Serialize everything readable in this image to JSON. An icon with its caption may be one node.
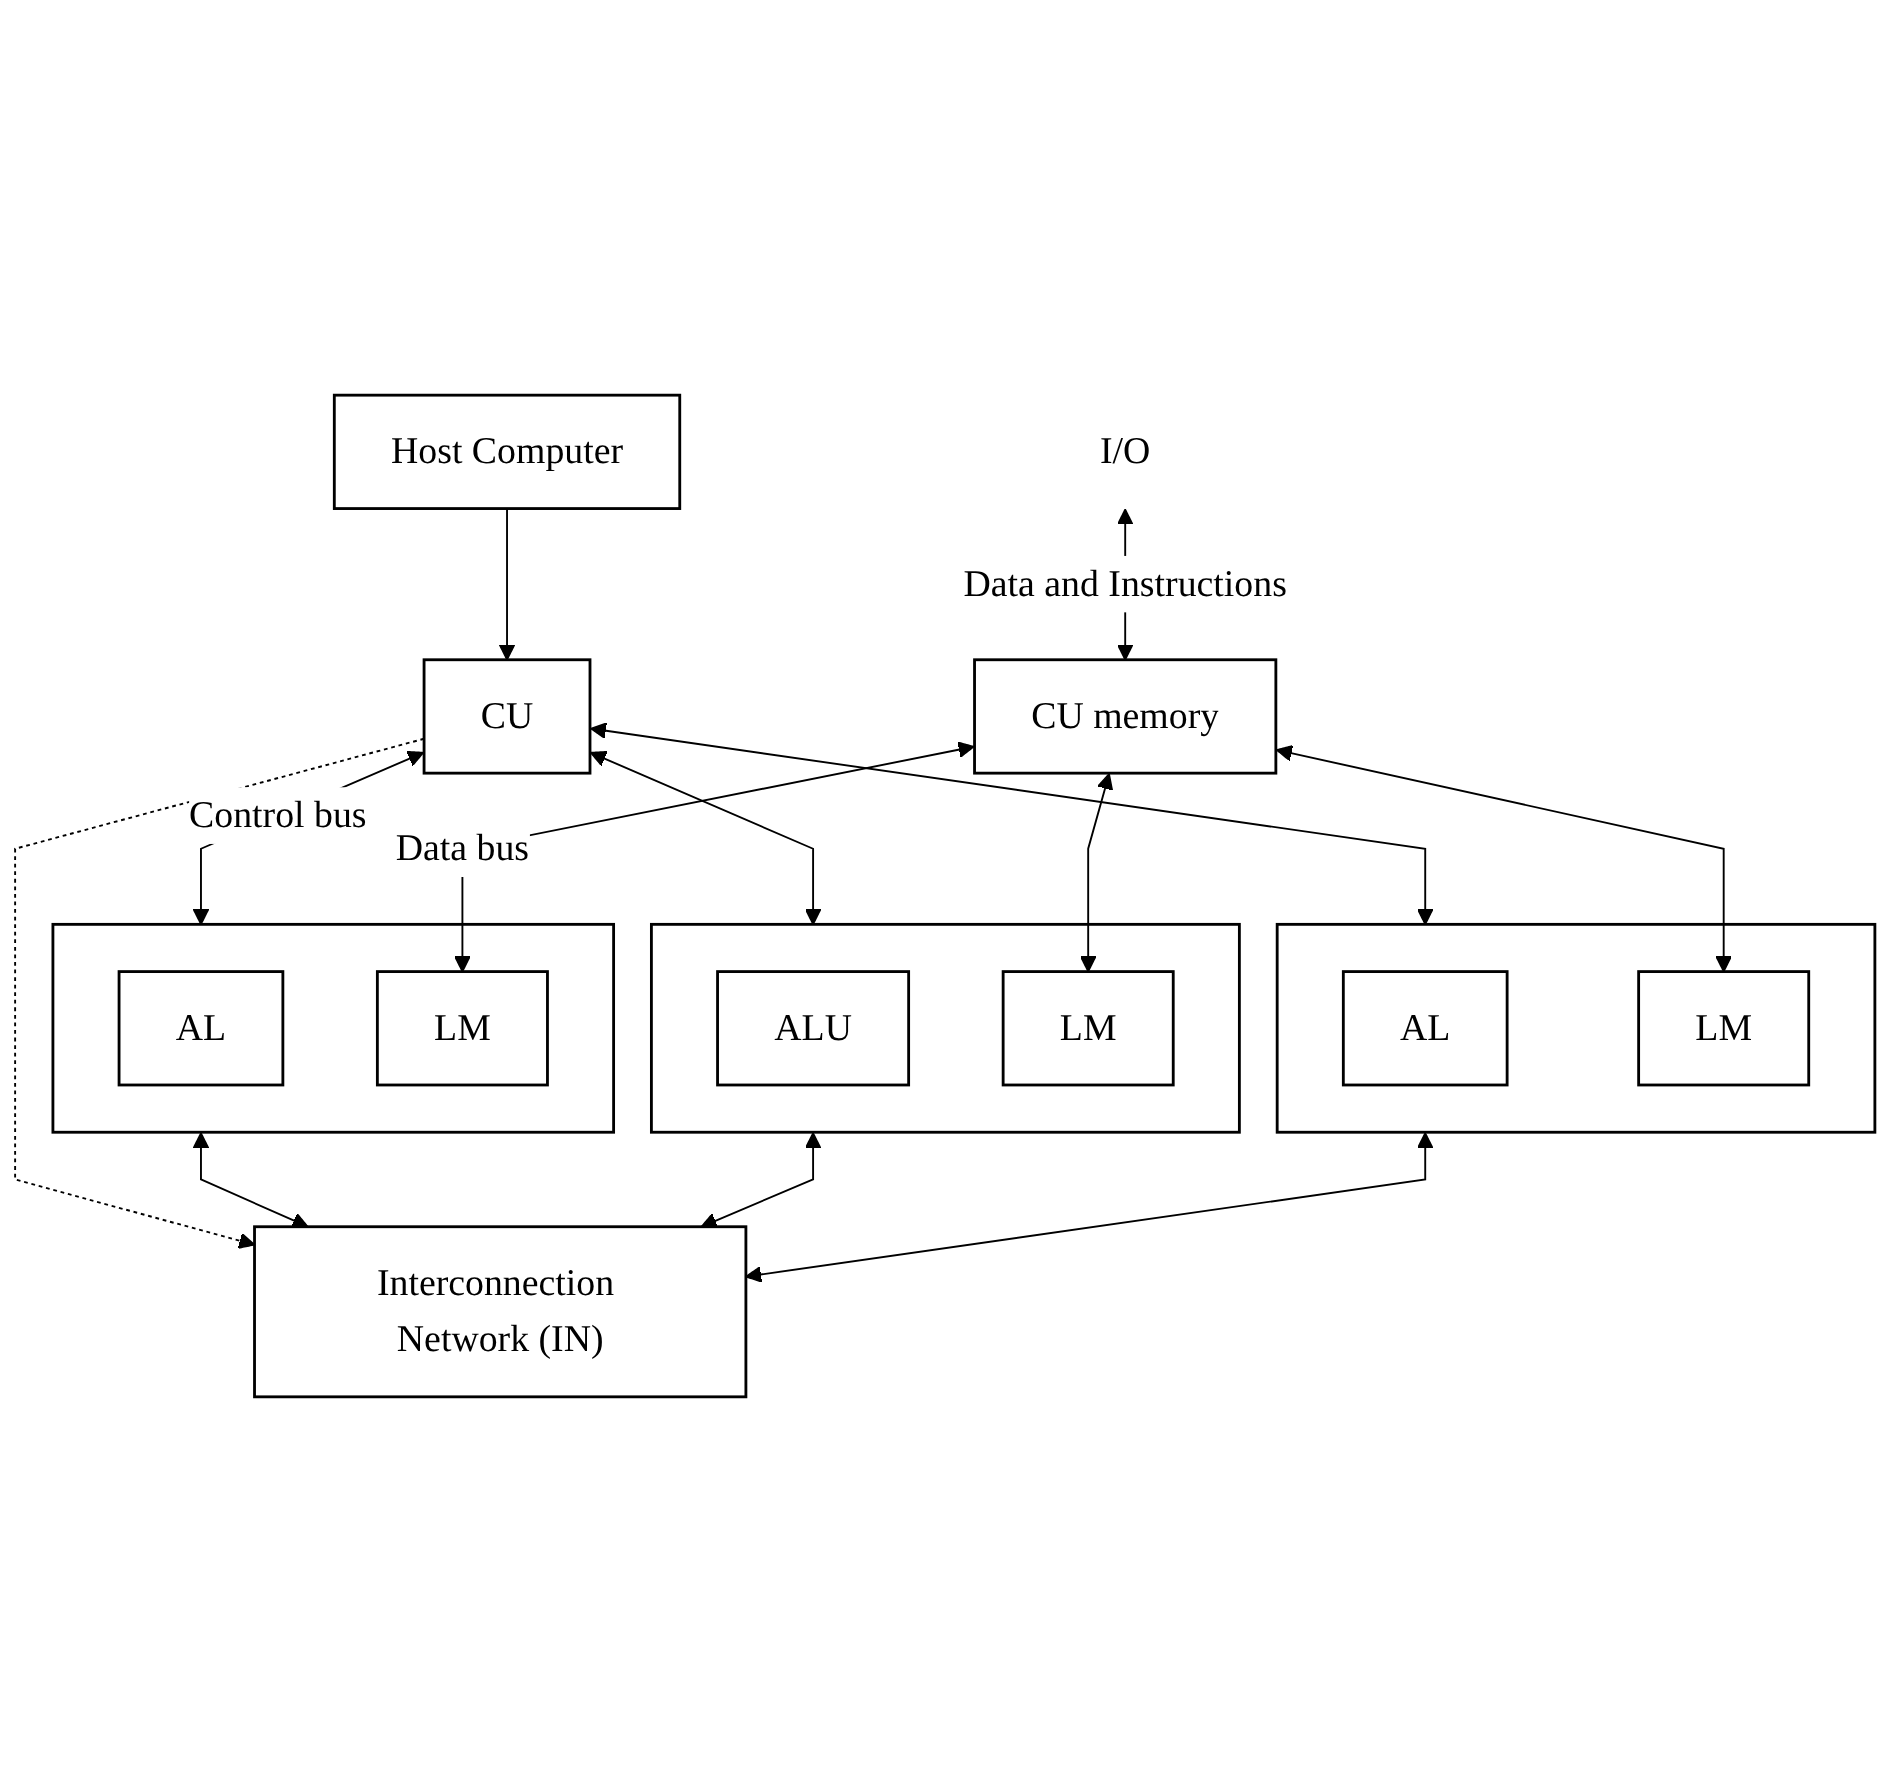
{
  "diagram": {
    "nodes": [
      {
        "text": [
          "I/O"
        ]
      },
      {
        "text": [
          "CU memory"
        ]
      },
      {
        "text": [
          "CU"
        ]
      },
      {
        "text": [
          "Host Computer"
        ]
      },
      {
        "text": [],
        "shape": "box"
      },
      {
        "text": [
          "AL"
        ],
        "in": 4
      },
      {
        "text": [
          "LM"
        ],
        "in": 4
      },
      {
        "text": [],
        "shape": "box"
      },
      {
        "text": [
          "ALU"
        ],
        "in": 7
      },
      {
        "text": [
          "LM"
        ],
        "in": 7
      },
      {
        "text": [],
        "shape": "box"
      },
      {
        "text": [
          "AL"
        ],
        "in": 10
      },
      {
        "text": [
          "LM"
        ],
        "in": 10
      },
      {
        "text": [
          "Interconnection Network (IN)"
        ]
      }
    ],
    "edges": [
      {
        "from": 0,
        "to": 1,
        "arrow": "both",
        "label": "Data and Instructions"
      },
      {
        "from": 3,
        "to": 2,
        "arrow": "to"
      },
      {
        "from": 2,
        "to": 4,
        "arrow": "both",
        "label": "Control bus"
      },
      {
        "from": 2,
        "to": 7,
        "arrow": "both"
      },
      {
        "from": 2,
        "to": 10,
        "arrow": "both"
      },
      {
        "from": 1,
        "to": 6,
        "arrow": "both",
        "label": "Data bus"
      },
      {
        "from": 1,
        "to": 9,
        "arrow": "both"
      },
      {
        "from": 1,
        "to": 12,
        "arrow": "both"
      },
      {
        "from": 4,
        "to": 13,
        "arrow": "both"
      },
      {
        "from": 7,
        "to": 13,
        "arrow": "both"
      },
      {
        "from": 10,
        "to": 13,
        "arrow": "both"
      },
      {
        "from": 2,
        "to": 13,
        "arrow": "to",
        "style": "dashed"
      }
    ]
  }
}
